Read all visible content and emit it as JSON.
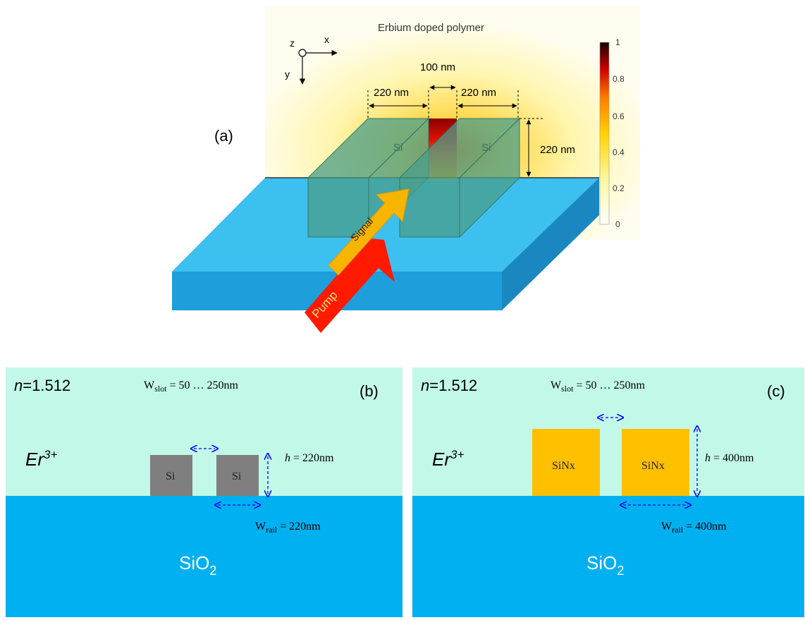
{
  "panel_a": {
    "label": "(a)",
    "title": "Erbium doped polymer",
    "axes": {
      "z": "z",
      "x": "x",
      "y": "y"
    },
    "slot_width": "100 nm",
    "rail_width_left": "220 nm",
    "rail_width_right": "220 nm",
    "rail_height": "220 nm",
    "rail_left": "Si",
    "rail_right": "Si",
    "signal": "Signal",
    "pump": "Pump",
    "colorbar_ticks": [
      "1",
      "0.8",
      "0.6",
      "0.4",
      "0.2",
      "0"
    ]
  },
  "panel_b": {
    "label": "(b)",
    "n_prefix": "n",
    "n_value": "=1.512",
    "er": "Er",
    "er_sup": "3+",
    "wslot_base": "W",
    "wslot_sub": "slot",
    "wslot_value": " = 50 … 250nm",
    "h_var": "h",
    "h_value": " = 220nm",
    "wrail_base": "W",
    "wrail_sub": "rail",
    "wrail_value": " = 220nm",
    "rail_left": "Si",
    "rail_right": "Si",
    "substrate": "SiO",
    "substrate_sub": "2"
  },
  "panel_c": {
    "label": "(c)",
    "n_prefix": "n",
    "n_value": "=1.512",
    "er": "Er",
    "er_sup": "3+",
    "wslot_base": "W",
    "wslot_sub": "slot",
    "wslot_value": " = 50 … 250nm",
    "h_var": "h",
    "h_value": " = 400nm",
    "wrail_base": "W",
    "wrail_sub": "rail",
    "wrail_value": " = 400nm",
    "rail_left": "SiNx",
    "rail_right": "SiNx",
    "substrate": "SiO",
    "substrate_sub": "2"
  },
  "colors": {
    "cladding": "#c2f8e8",
    "substrate": "#00b0f0",
    "si_rail": "#7f7f7f",
    "sinx_rail": "#ffc000",
    "dim_line": "#0000ff",
    "signal_arrow": "#f5b800",
    "pump_arrow": "#ff1a00"
  }
}
